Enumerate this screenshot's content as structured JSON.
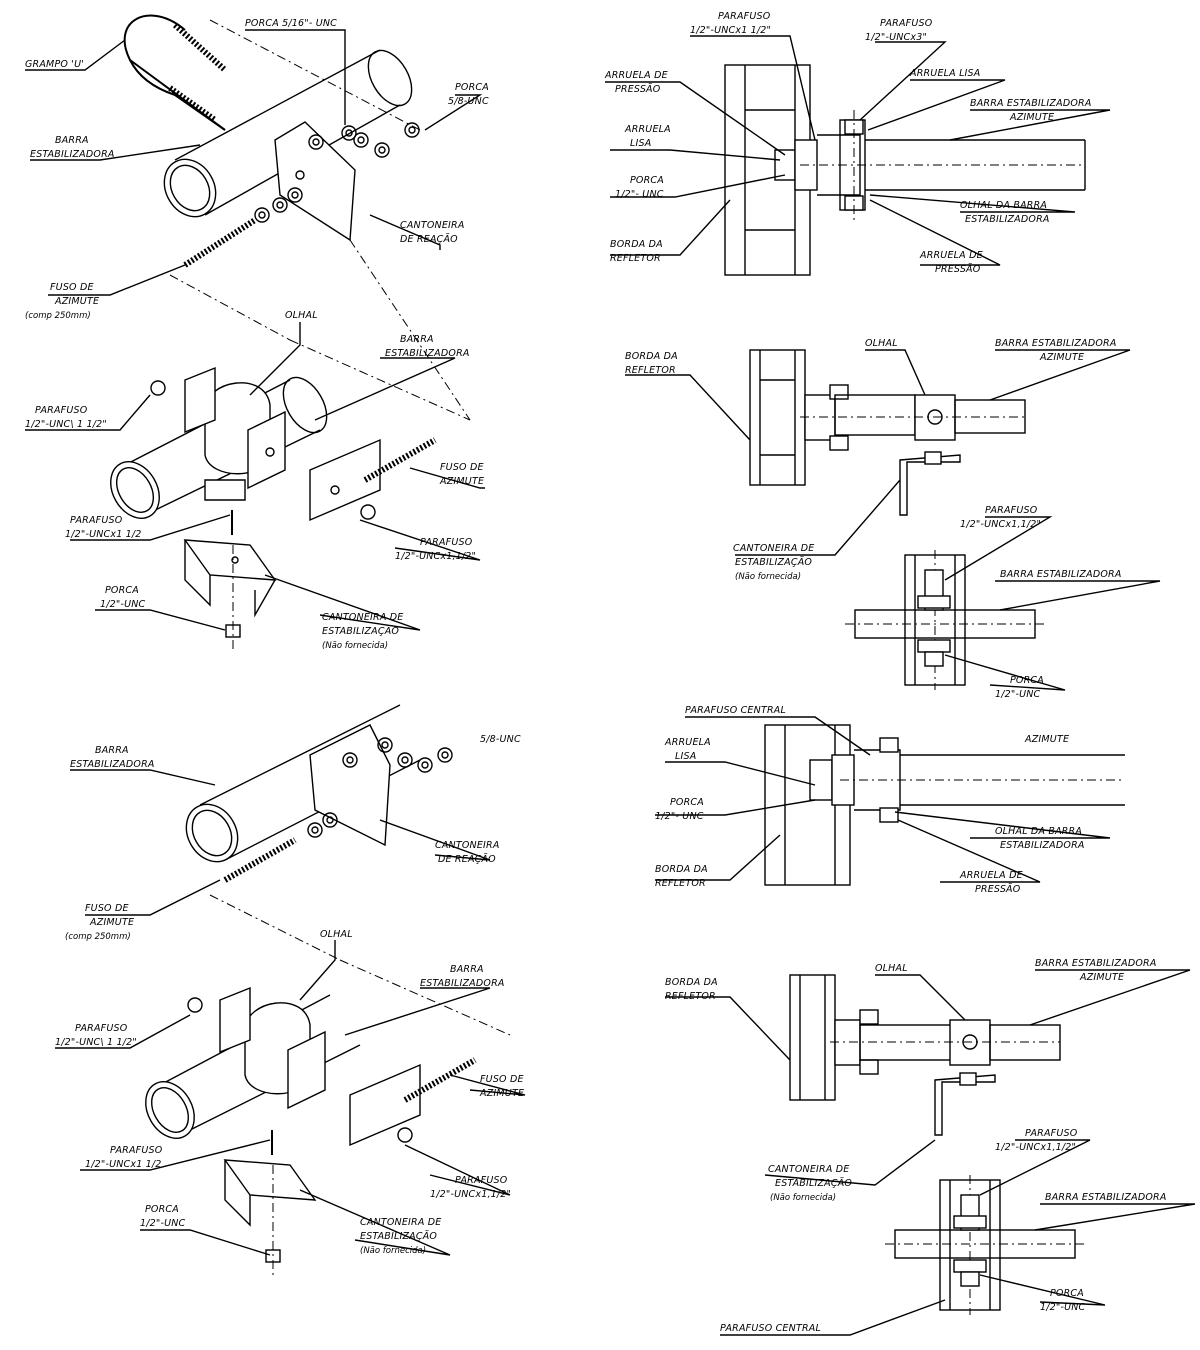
{
  "labels": {
    "grampo_u": "GRAMPO 'U'",
    "porca_516": "PORCA 5/16\"- UNC",
    "porca_58": "PORCA",
    "porca_58_b": "5/8-UNC",
    "barra": "BARRA",
    "estabilizadora": "ESTABILIZADORA",
    "cantoneira": "CANTONEIRA",
    "de_reacao": "DE REAÇÃO",
    "fuso_de": "FUSO DE",
    "azimute": "AZIMUTE",
    "comp_250": "(comp 250mm)",
    "olhal": "OLHAL",
    "parafuso": "PARAFUSO",
    "p_12_112_a": "1/2\"-UNC\\ 1 1/2\"",
    "p_12_112_b": "1/2\"-UNCx1 1/2",
    "p_12_112_c": "1/2\"-UNCx1,1/2\"",
    "fuso_de_azimute_1": "FUSO DE",
    "fuso_de_azimute_2": "AZIMUTE",
    "porca": "PORCA",
    "porca_12": "1/2\"-UNC",
    "cant_estab_1": "CANTONEIRA DE",
    "cant_estab_2": "ESTABILIZAÇÃO",
    "nao_fornecida": "(Não fornecida)",
    "r_parafuso_top": "PARAFUSO",
    "r_parafuso_top_v": "1/2\"-UNCx1 1/2\"",
    "r_parafuso_top2": "PARAFUSO",
    "r_parafuso_top2_v": "1/2\"-UNCx3\"",
    "arruela_de": "ARRUELA DE",
    "pressao": "PRESSÃO",
    "arruela_lisa": "ARRUELA LISA",
    "barra_estab_azimute": "BARRA ESTABILIZADORA",
    "azimute2": "AZIMUTE",
    "arruela": "ARRUELA",
    "lisa": "LISA",
    "porca_r": "PORCA",
    "porca_r_v": "1/2\"- UNC",
    "olhal_da_barra": "OLHAL DA BARRA",
    "estab_olhal": "ESTABILIZADORA",
    "borda_da": "BORDA DA",
    "refletor": "REFLETOR",
    "arruela_de_2": "ARRUELA DE",
    "pressao_2": "PRESSÃO",
    "olhal_r": "OLHAL",
    "barra_estabilizadora_r": "BARRA ESTABILIZADORA",
    "parafuso_central": "PARAFUSO CENTRAL",
    "porca_58_unc": "5/8-UNC"
  }
}
